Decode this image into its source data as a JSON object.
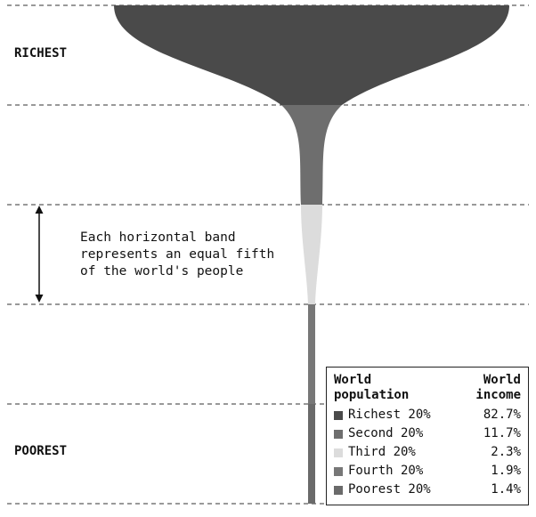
{
  "chart_data": {
    "type": "area",
    "title": "",
    "top_label": "RICHEST",
    "bottom_label": "POOREST",
    "annotation": [
      "Each horizontal band",
      "represents an equal fifth",
      "of the world's people"
    ],
    "legend": {
      "left_header": [
        "World",
        "population"
      ],
      "right_header": [
        "World",
        "income"
      ]
    },
    "categories": [
      "Richest 20%",
      "Second 20%",
      "Third 20%",
      "Fourth 20%",
      "Poorest 20%"
    ],
    "values": [
      82.7,
      11.7,
      2.3,
      1.9,
      1.4
    ],
    "value_labels": [
      "82.7%",
      "11.7%",
      "2.3%",
      "1.9%",
      "1.4%"
    ],
    "colors": [
      "#4a4a4a",
      "#6e6e6e",
      "#dcdcdc",
      "#777777",
      "#6a6a6a"
    ],
    "grid": "dashed band separators"
  }
}
